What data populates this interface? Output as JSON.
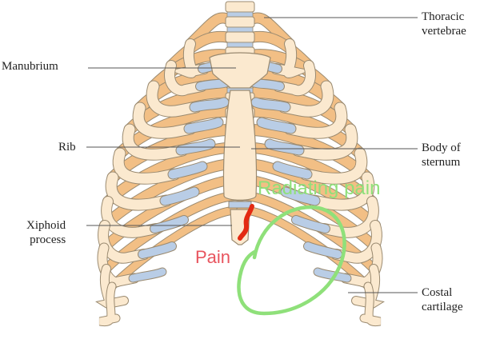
{
  "labels": {
    "thoracic_vertebrae": [
      "Thoracic",
      "vertebrae"
    ],
    "manubrium": "Manubrium",
    "rib": "Rib",
    "body_of_sternum": [
      "Body of",
      "sternum"
    ],
    "xiphoid_process": [
      "Xiphoid",
      "process"
    ],
    "costal_cartilage": [
      "Costal",
      "cartilage"
    ]
  },
  "annotations": {
    "radiating_pain": {
      "text": "Radiating pain",
      "color": "#8fe07a"
    },
    "pain": {
      "text": "Pain",
      "color": "#e8545e"
    },
    "pain_mark_color": "#e32a12"
  },
  "colors": {
    "bone": "#fbe9cf",
    "bone_outline": "#9a8a70",
    "rib_back": "#f2bf85",
    "cartilage": "#b9cde6",
    "leader_line": "#555555"
  }
}
